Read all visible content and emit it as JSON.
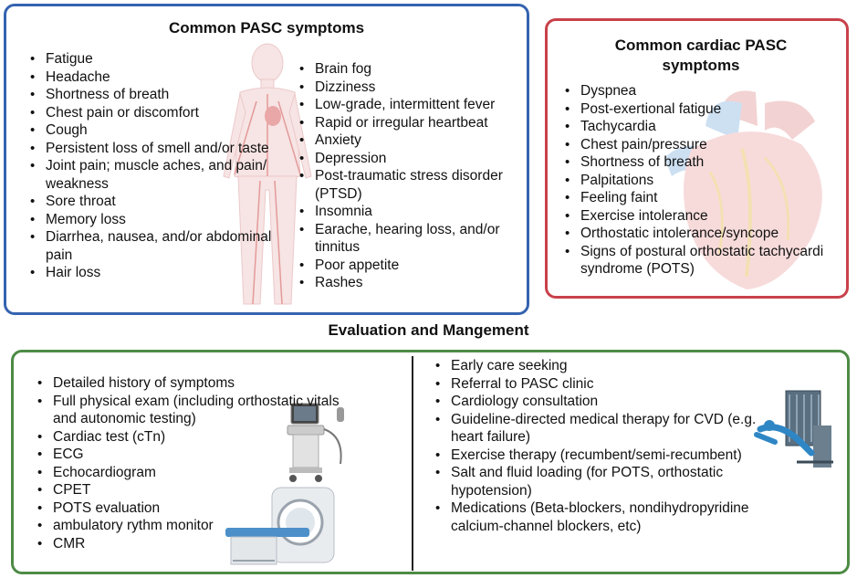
{
  "pasc": {
    "title": "Common PASC symptoms",
    "left_items": [
      "Fatigue",
      "Headache",
      "Shortness of breath",
      "Chest pain or discomfort",
      "Cough",
      "Persistent loss of smell and/or taste",
      "Joint pain; muscle aches, and pain/ weakness",
      "Sore throat",
      "Memory loss",
      "Diarrhea, nausea, and/or abdominal pain",
      "Hair loss"
    ],
    "right_items": [
      "Brain fog",
      "Dizziness",
      "Low-grade, intermittent fever",
      "Rapid or irregular heartbeat",
      "Anxiety",
      "Depression",
      "Post-traumatic stress disorder (PTSD)",
      "Insomnia",
      "Earache, hearing loss, and/or tinnitus",
      "Poor appetite",
      "Rashes"
    ]
  },
  "cardiac": {
    "title": "Common cardiac PASC symptoms",
    "items": [
      "Dyspnea",
      "Post-exertional fatigue",
      "Tachycardia",
      "Chest pain/pressure",
      "Shortness of breath",
      "Palpitations",
      "Feeling faint",
      "Exercise intolerance",
      "Orthostatic intolerance/syncope",
      "Signs of postural orthostatic tachycardi syndrome (POTS)"
    ]
  },
  "evaluation": {
    "title": "Evaluation and Mangement",
    "left_items": [
      "Detailed history of symptoms",
      "Full physical exam (including orthostatic vitals and autonomic testing)",
      "Cardiac test (cTn)",
      "ECG",
      "Echocardiogram",
      "CPET",
      "POTS evaluation",
      "ambulatory rythm monitor",
      "CMR"
    ],
    "right_items": [
      "Early care seeking",
      "Referral to PASC clinic",
      "Cardiology consultation",
      "Guideline-directed medical therapy for CVD (e.g. heart failure)",
      "Exercise therapy (recumbent/semi-recumbent)",
      "Salt and fluid loading (for POTS, orthostatic hypotension)",
      "Medications (Beta-blockers, nondihydropyridine calcium-channel blockers, etc)"
    ]
  },
  "colors": {
    "pasc_border": "#3563b0",
    "cardiac_border": "#c9414a",
    "evaluation_border": "#4d8b45"
  },
  "icons": [
    "human-body-icon",
    "heart-icon",
    "echocardiography-machine-icon",
    "mri-scanner-icon",
    "exercise-bike-icon"
  ]
}
